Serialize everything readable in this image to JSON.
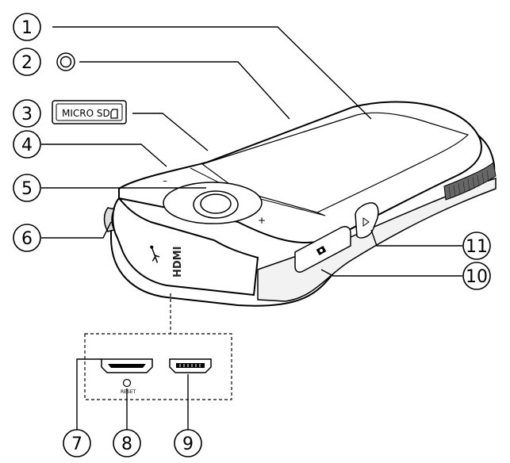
{
  "callouts": [
    {
      "number": "1"
    },
    {
      "number": "2"
    },
    {
      "number": "3"
    },
    {
      "number": "4"
    },
    {
      "number": "5"
    },
    {
      "number": "6"
    },
    {
      "number": "7"
    },
    {
      "number": "8"
    },
    {
      "number": "9"
    },
    {
      "number": "10"
    },
    {
      "number": "11"
    }
  ],
  "card_slot_label": "MICRO SD",
  "reset_label": "RESET",
  "hdmi_label": "HDMI",
  "minus_label": "–",
  "plus_label": "+"
}
